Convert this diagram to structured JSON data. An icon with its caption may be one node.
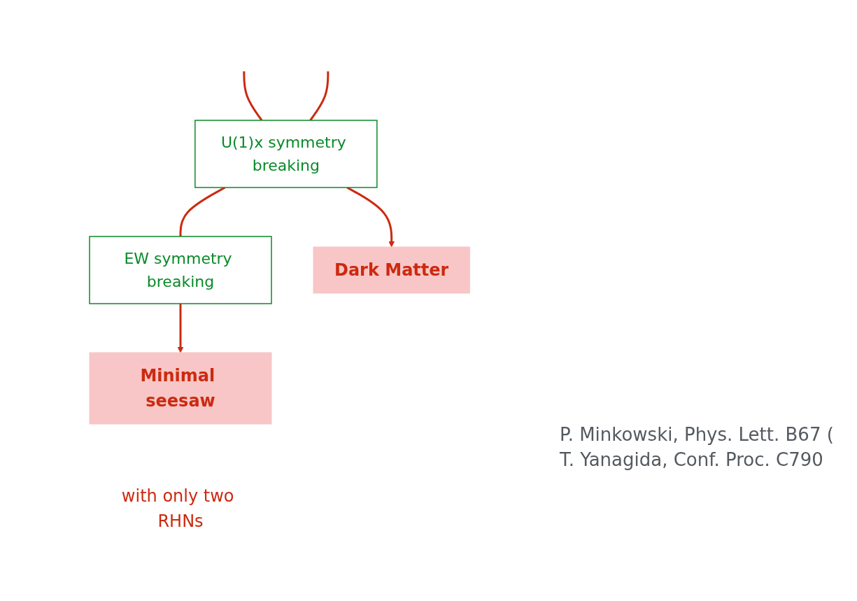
{
  "diagram": {
    "nodes": [
      {
        "text": [
          "U(1)x symmetry breaking"
        ]
      },
      {
        "text": [
          "EW symmetry breaking"
        ]
      },
      {
        "text": [
          "Minimal seesaw"
        ],
        "beside": [
          "with only two RHNs"
        ]
      },
      {
        "text": [
          "Dark Matter"
        ]
      }
    ],
    "edges": [
      {
        "from": null,
        "to": 0,
        "arrow": "none"
      },
      {
        "from": null,
        "to": 0,
        "arrow": "none"
      },
      {
        "from": 0,
        "to": 1,
        "arrow": "none"
      },
      {
        "from": 1,
        "to": 2,
        "arrow": "to"
      },
      {
        "from": 0,
        "to": 3,
        "arrow": "to"
      }
    ],
    "labels": [
      "P. Minkowski, Phys. Lett. B67 (",
      "T. Yanagida, Conf. Proc. C790"
    ]
  }
}
